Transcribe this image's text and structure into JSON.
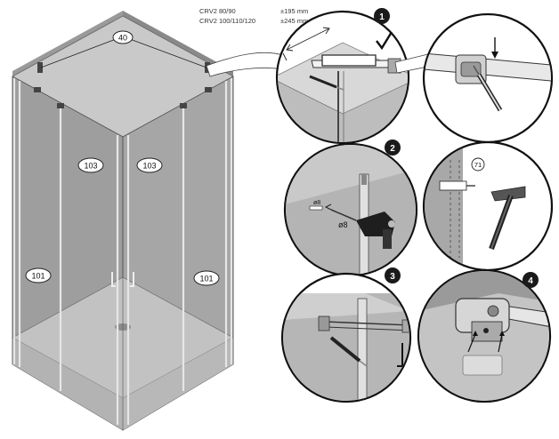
{
  "spec": {
    "models": [
      "CRV2 80/90",
      "CRV2 100/110/120"
    ],
    "distances": [
      "±195 mm",
      "±245 mm"
    ]
  },
  "callouts": {
    "top_part": "40",
    "door_left": "103",
    "door_right": "103",
    "side_left": "101",
    "side_right": "101",
    "anchor": "71"
  },
  "drill_labels": [
    "ø8",
    "ø8"
  ],
  "steps": [
    "1",
    "2",
    "3",
    "4"
  ],
  "colors": {
    "enclosure_dark": "#8c8c8c",
    "enclosure_light": "#bdbdbd",
    "line": "#222222",
    "badge": "#1a1a1a",
    "badge_text": "#ffffff"
  }
}
